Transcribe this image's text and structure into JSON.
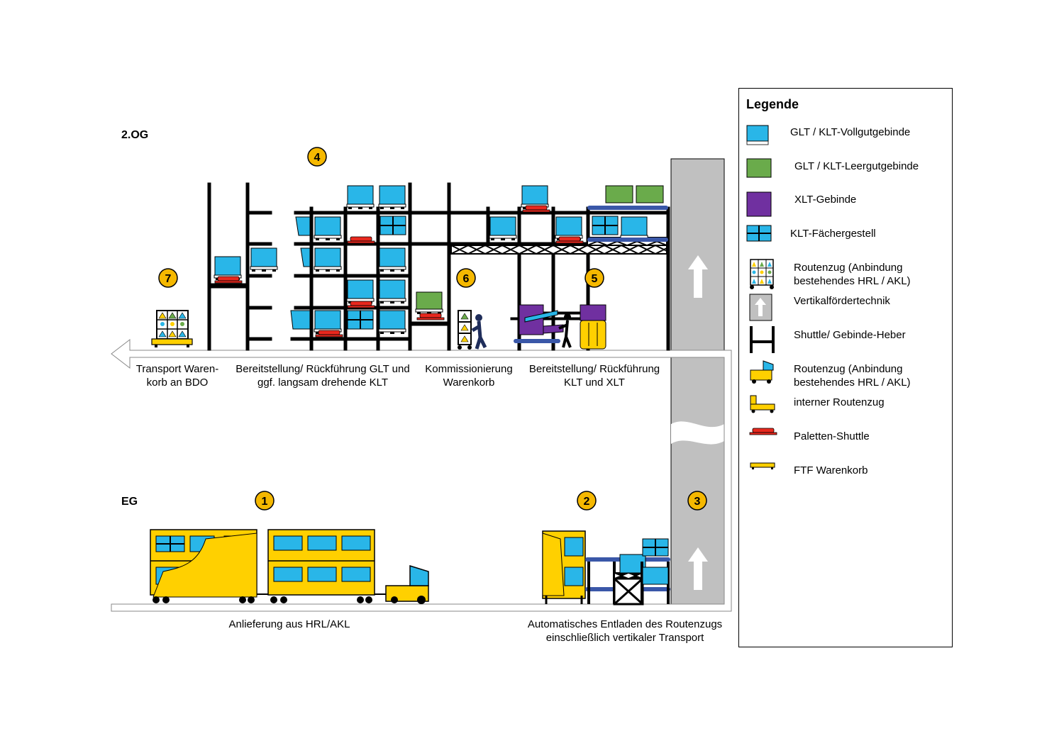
{
  "floors": {
    "upper": "2.OG",
    "ground": "EG"
  },
  "steps": [
    "1",
    "2",
    "3",
    "4",
    "5",
    "6",
    "7"
  ],
  "labels": {
    "transport": [
      "Transport Waren-",
      "korb an BDO"
    ],
    "provision_glt": [
      "Bereitstellung/ Rückführung GLT und",
      "ggf. langsam drehende KLT"
    ],
    "picking": [
      "Kommissionierung",
      "Warenkorb"
    ],
    "provision_klt": [
      "Bereitstellung/ Rückführung",
      "KLT und XLT"
    ],
    "delivery": [
      "Anlieferung aus HRL/AKL"
    ],
    "unloading": [
      "Automatisches Entladen des Routenzugs",
      "einschließlich vertikaler Transport"
    ]
  },
  "legend": {
    "title": "Legende",
    "items": [
      {
        "icon": "full-container-icon",
        "text": [
          "GLT / KLT-Vollgutgebinde"
        ]
      },
      {
        "icon": "empty-container-icon",
        "text": [
          "GLT / KLT-Leergutgebinde"
        ]
      },
      {
        "icon": "xlt-container-icon",
        "text": [
          "XLT-Gebinde"
        ]
      },
      {
        "icon": "compartment-rack-icon",
        "text": [
          "KLT-Fächergestell"
        ]
      },
      {
        "icon": "basket-train-icon",
        "text": [
          "Routenzug (Anbindung",
          "bestehendes HRL / AKL)"
        ]
      },
      {
        "icon": "vertical-conveyor-icon",
        "text": [
          "Vertikalfördertechnik"
        ]
      },
      {
        "icon": "shuttle-lifter-icon",
        "text": [
          "Shuttle/ Gebinde-Heber"
        ]
      },
      {
        "icon": "tugger-train-icon",
        "text": [
          "Routenzug (Anbindung",
          "bestehendes HRL / AKL)"
        ]
      },
      {
        "icon": "internal-train-icon",
        "text": [
          "interner Routenzug"
        ]
      },
      {
        "icon": "pallet-shuttle-icon",
        "text": [
          "Paletten-Shuttle"
        ]
      },
      {
        "icon": "agv-basket-icon",
        "text": [
          "FTF Warenkorb"
        ]
      }
    ]
  },
  "colors": {
    "full": "#29b6e8",
    "empty": "#6aab4b",
    "xlt": "#7030a0",
    "yellow": "#ffd000",
    "red": "#e8281e",
    "gray": "#c0c0c0",
    "roller": "#3a57a8",
    "badge": "#f5b800"
  }
}
